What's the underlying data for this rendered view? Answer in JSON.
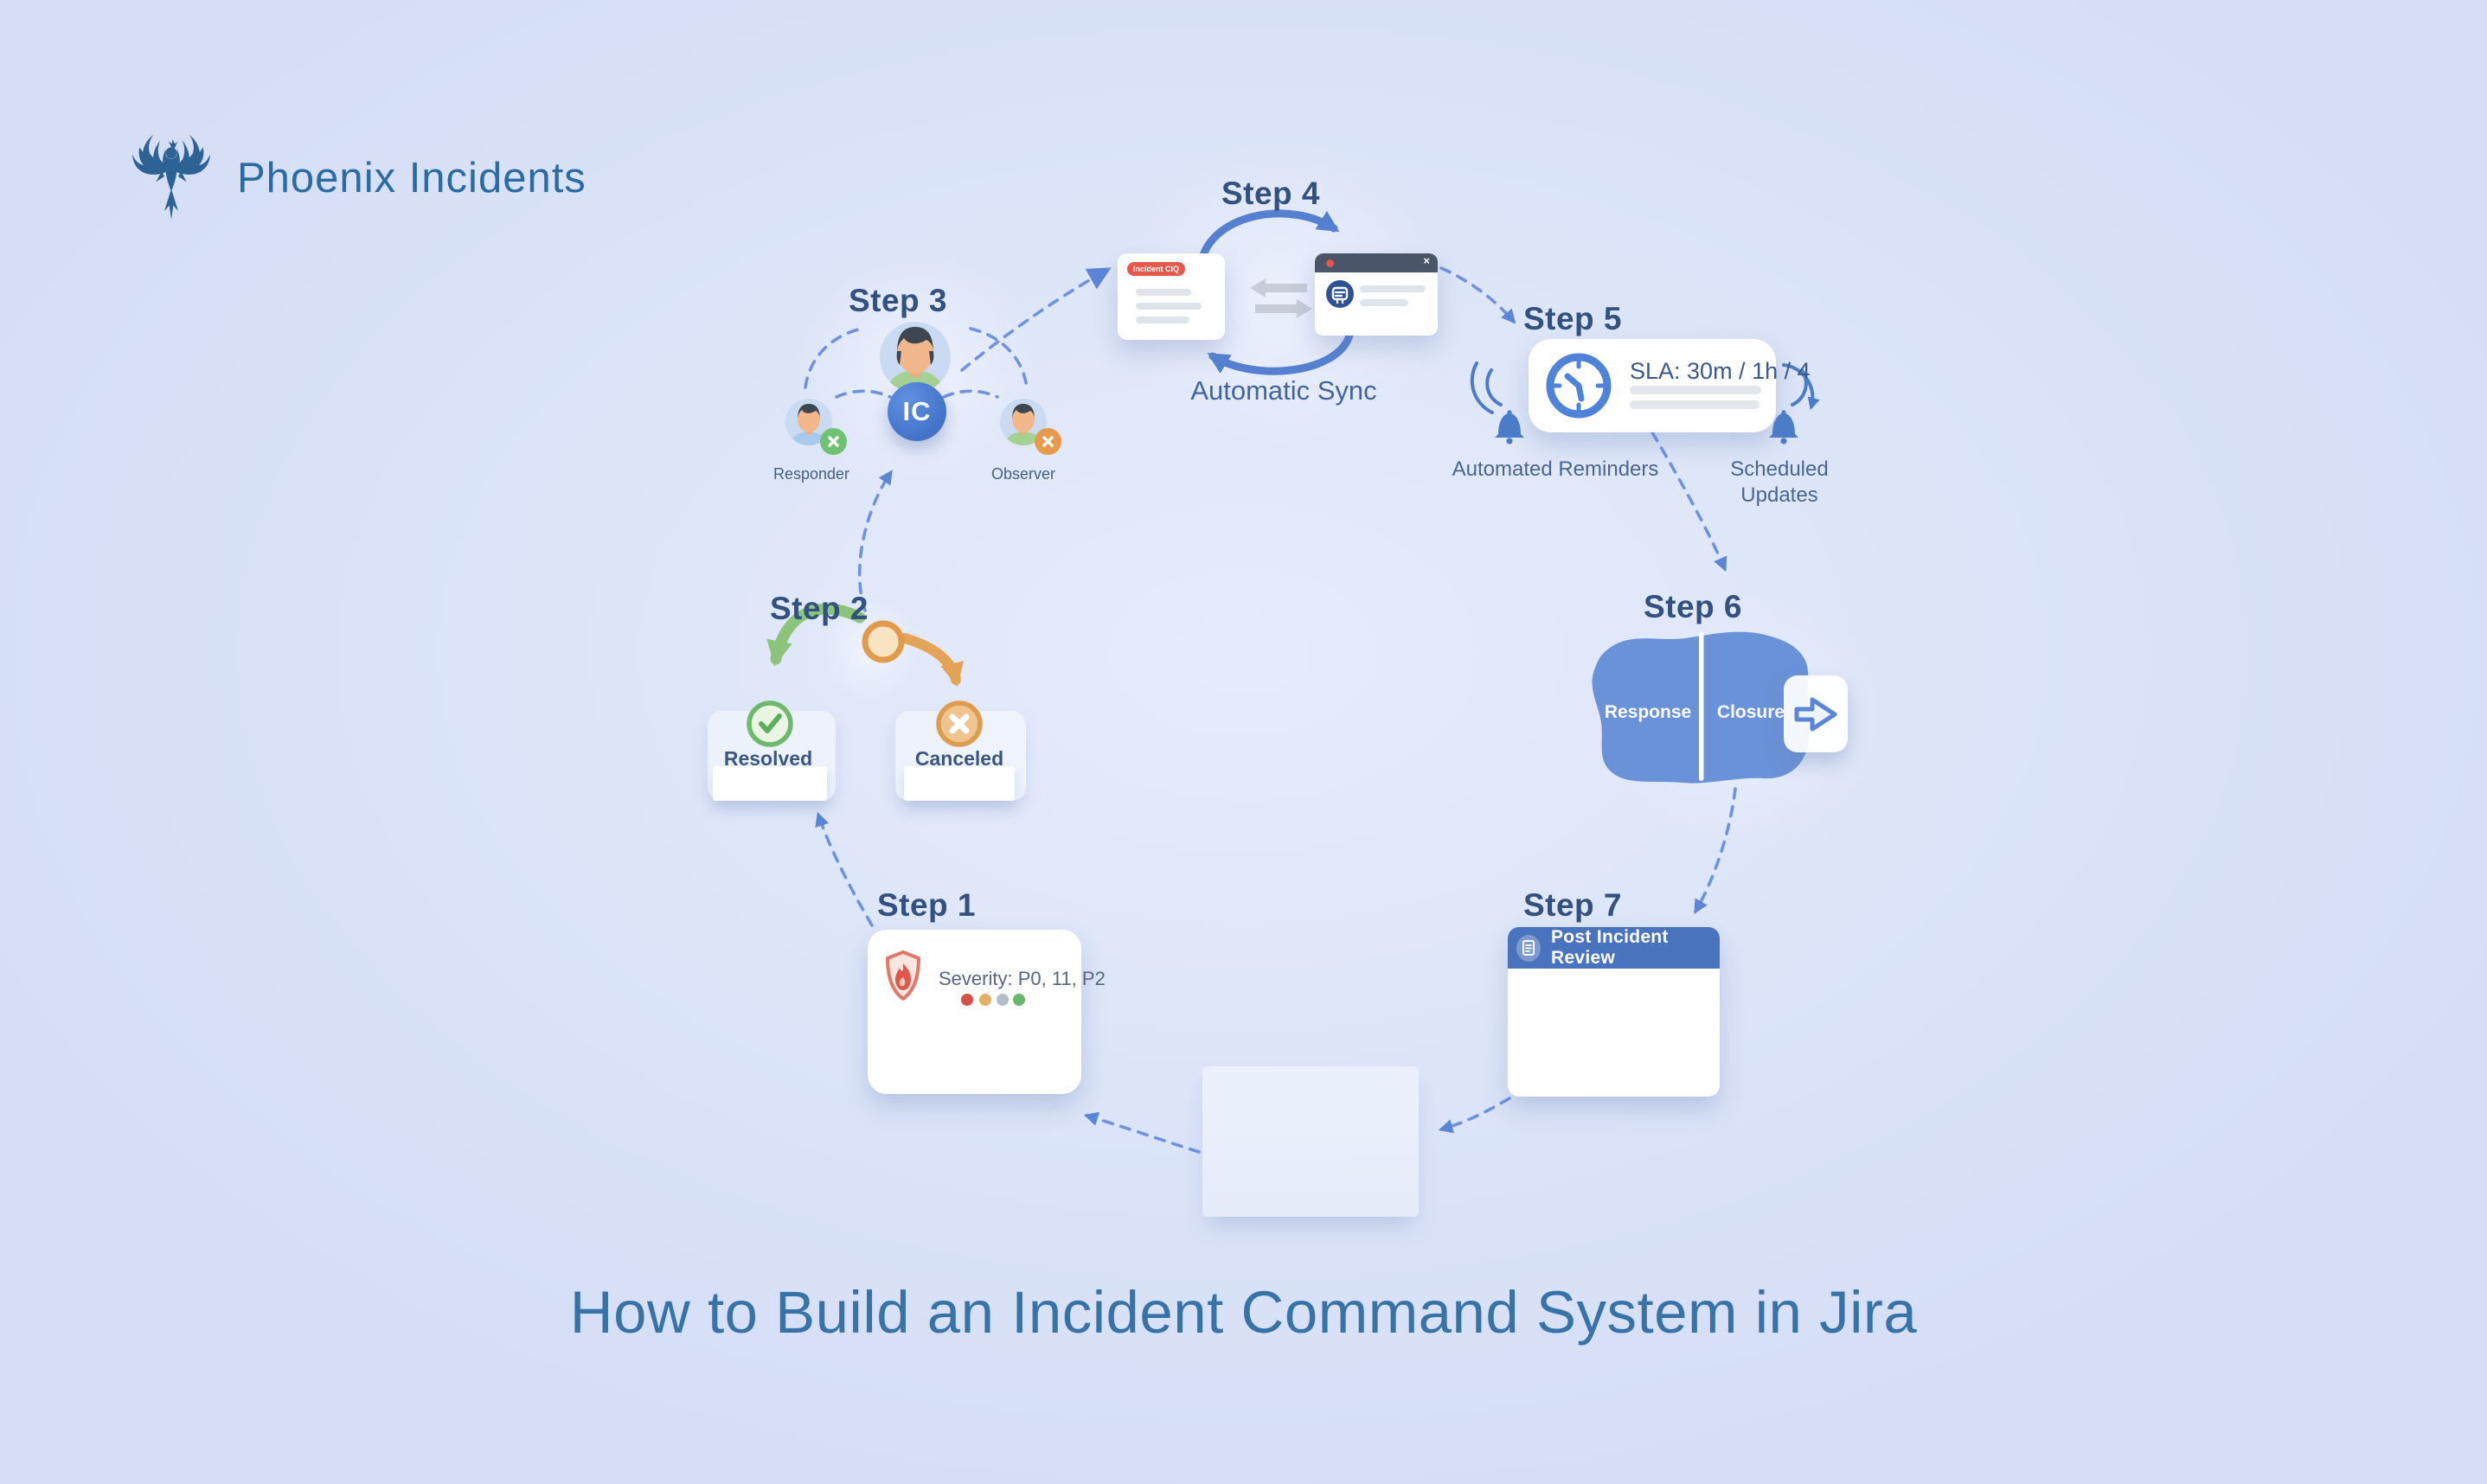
{
  "brand": {
    "name": "Phoenix Incidents"
  },
  "title": "How to Build an Incident Command System in Jira",
  "steps": {
    "step1": {
      "label": "Step 1",
      "severity_text": "Severity: P0, 11, P2",
      "dot_colors": [
        "#d7504a",
        "#e4b064",
        "#b3bfc7",
        "#69b66d"
      ]
    },
    "step2": {
      "label": "Step 2",
      "resolved": "Resolved",
      "canceled": "Canceled"
    },
    "step3": {
      "label": "Step 3",
      "ic": "IC",
      "responder": "Responder",
      "observer": "Observer"
    },
    "step4": {
      "label": "Step 4",
      "badge": "Incident CIQ",
      "window_close": "×",
      "caption": "Automatic Sync"
    },
    "step5": {
      "label": "Step 5",
      "sla": "SLA: 30m / 1h / 4",
      "left_label": "Automated Reminders",
      "right_label_line1": "Scheduled",
      "right_label_line2": "Updates"
    },
    "step6": {
      "label": "Step 6",
      "response": "Response",
      "closure": "Closure"
    },
    "step7": {
      "label": "Step 7",
      "header": "Post Incident Review"
    }
  },
  "colors": {
    "background": "#dbe4f8",
    "accent_blue": "#4a73bd",
    "dashed_connector": "#6e92dd",
    "step_label": "#33517e",
    "brand_text": "#2b6ba3",
    "title_text": "#3873a8",
    "success_green": "#6db96d",
    "warning_orange": "#e0a052",
    "alert_red": "#e4584e",
    "blob_blue": "#6a92d8"
  }
}
